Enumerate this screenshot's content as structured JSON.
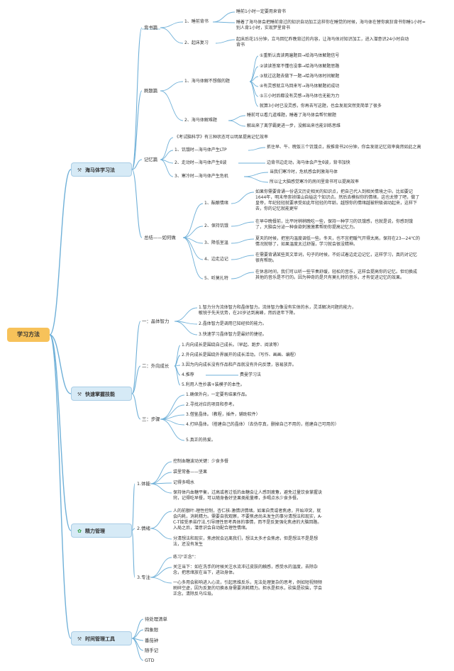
{
  "root": "学习方法",
  "colors": {
    "root_fill": "#f7c25a",
    "category_fill": "#d6eaf6",
    "line": "#6fb0d8"
  },
  "categories": [
    {
      "label": "海马体学习法",
      "icon": "tools-icon"
    },
    {
      "label": "快速掌握技能",
      "icon": "tools-icon"
    },
    {
      "label": "精力管理",
      "icon": "brain-icon"
    },
    {
      "label": "时间管理工具",
      "icon": "tools-icon"
    }
  ],
  "hippo": {
    "beisong": {
      "label": "背书篇",
      "items": [
        {
          "label": "1、睡前背书",
          "notes": [
            "睡前1小时一定要用来背书",
            "睡着了海马体会把睡前背过的知识自动加工这样你在睡觉的时候，海马体在替你疯狂背书你睡1小时=别人背1小时，实现梦里背书"
          ]
        },
        {
          "label": "2、起床复习",
          "notes": [
            "起床后花15分钟，立马回忆昨晚背过的内容，让海马体对知识加工，进入潜意识24小时自动背书"
          ]
        }
      ]
    },
    "shuati": {
      "label": "刷题篇",
      "items": [
        {
          "label": "1、海马体解不想做的题",
          "notes": [
            "①重新认真读两遍题目→给海马体解题信号",
            "②读读答案不懂也没事→给海马体解题思路",
            "③就过这题去做下一题→给海马体时间解题",
            "④有灵感就立马回来写→海马体解题初成功",
            "⑤三小时后都没有灵感→海马体也无能为力",
            "就算3小时已没灵感，你再去写这题，也会发现突然变简单了很多"
          ]
        },
        {
          "label": "2、海马体解难题",
          "notes": [
            "睡前可以看几道难题，睡着了海马体会帮忙解题",
            "解出来了离学霸更进一步，没解出来也能训练思维"
          ]
        }
      ]
    },
    "jiyi": {
      "label": "记忆篇",
      "intro": "《考试脑科学》有三种状态可以明显提高记忆效率",
      "items": [
        {
          "label": "1、饥饿时—海马体产生LTP",
          "notes": [
            "抓住早、午、晚饭三个饥饿点，按推背书20分钟，你会发现记忆效率竟然如此之高"
          ]
        },
        {
          "label": "2、走动时—海马体产生θ波",
          "notes": [
            "边背书边走动，海马体会产生θ波，背书加快"
          ]
        },
        {
          "label": "3、寒冷时—海马体产生危机",
          "notes": [
            "当我们寒冷时，危机感会刺激海马体",
            "所以让大脑感觉寒冷的房间里背书可以提高效率"
          ]
        }
      ]
    },
    "zongjie": {
      "label": "总结——如何做",
      "items": [
        {
          "label": "1、酝酿情绪",
          "note": "如果你需要背诵一份语文历史相关的知识点，把自己代入到相关情境之中。比如要记1644年，明末帝崇祯煤山自缢这个知识点。然后去模拟你的情绪，这也太惨了吧，做了皇帝，年纪轻轻就要承受如此年轻轻的年龄。越想你的情绪越被积极调动起来，这样下去，你的记忆就能更牢"
        },
        {
          "label": "2、保持饥饿",
          "note": "在早中晚餐前，比平时稍稍晚吃一些，保持一种学习的饥饿感，也就是说，你感到饿了，大脑会分泌一种食欲刺激激素帮助你提高记忆力。"
        },
        {
          "label": "3、降低室温",
          "note": "夏天的时候，把室内温度调低一些。冬天，也不宜把暖气开得太高，保持在23—24℃的情况就够了，如果温度太过舒服，学习就会很没精神。"
        },
        {
          "label": "4、边走边记",
          "note": "在需要背诵某些英文单词，句子的时候，不妨试着边走边记忆，这样学习，真的对记忆很有帮助。"
        },
        {
          "label": "5、听莫扎特",
          "note": "在休息时间，我们可以听一些节奏舒缓，轻松的音乐，这样会提高你的记忆。但切换成其他的音乐是不行的。因为神奇的是只有莫扎特的音乐，才有促进记忆的效果。"
        }
      ]
    }
  },
  "skills": {
    "crystal": {
      "label": "一：晶体智力",
      "items": [
        "1.智力分为流体智力和晶体智力。流体智力像没有实体的水，灵活解决问题的能力，敏锐于先天优势，在20岁达到高峰，然后逐年下降。",
        "2.晶体智力是调用已知经验的能力。",
        "3.快速学习晶体智力是最好的捷径。"
      ]
    },
    "outward": {
      "label": "二：外向成长",
      "items": [
        "1.内向成长是围绕自己成长。（早起、跑步、阅读等）",
        "2.外向成长是围绕外界展开的成长活动。（写作、画画、编程）",
        "3.因为内向成长没有作品和产品就没有外向反馈，容易放弃。",
        "4.推荐",
        "费曼学习法",
        "5.利用人性抄袭+装模子的本性。"
      ]
    },
    "steps": {
      "label": "三：步骤",
      "items": [
        "1.确保外向，一定要有结果作品。",
        "2.寻找对应的项目和参考。",
        "3.借鉴晶体。（教程，插件，辅助软件）",
        "4.打碎晶体。（搭建自己的晶体）（去伪存真，删掉自己不用的，搭建自己可用的）",
        "5.真正的热爱。"
      ]
    }
  },
  "energy": {
    "body": {
      "label": "1.体能",
      "items": [
        "控制血糖波动关键：少食多餐",
        "袋里常备——坚果",
        "记得多喝水",
        "保持体内血糖平衡，过高或者过低的血糖会让人感到疲惫，避免过量饮食掌握诀窍，记得吃早餐，可以随身备好坚果类能量棒，多喝点水少食多餐。"
      ]
    },
    "emotion": {
      "label": "2.情绪",
      "items": [
        "人的前额叶-理性控制，杏仁核-激情识情绪。如果自责或者焦虑，开始冲突，就会内耗，消耗精力。需要自我观察，不要焦虑尚未发生的事分清想法和现实，A-C-T接受承诺疗法,引导理性思考具体的事情，而不是反复强化焦虑的大脑回路。入局之后，潜意识会自动配合理性情绪。",
        "分清想法和现实，焦虑就会远离我们，想法太多才会焦虑，但是想法不是是想法，还没有发生"
      ]
    },
    "focus": {
      "label": "3.专注",
      "items": [
        "练习\"正念\"：",
        "关注当下：如在洗手的时候关注水流冲过皮肤的触感，感受水的温度，去除杂念，把思绪放在当下，进站身体。",
        "一心多用会影响进入心流，引起思维反乐，无法处理复杂的思考，例如短视频频刷碎空虚，因为反复的切换本身需要消耗精力。担水是担水，砍柴是砍柴，学会正念，清除反乌垃圾。"
      ]
    }
  },
  "tools": [
    "待处理清单",
    "四象限",
    "番茄钟",
    "随手记",
    "GTD"
  ]
}
